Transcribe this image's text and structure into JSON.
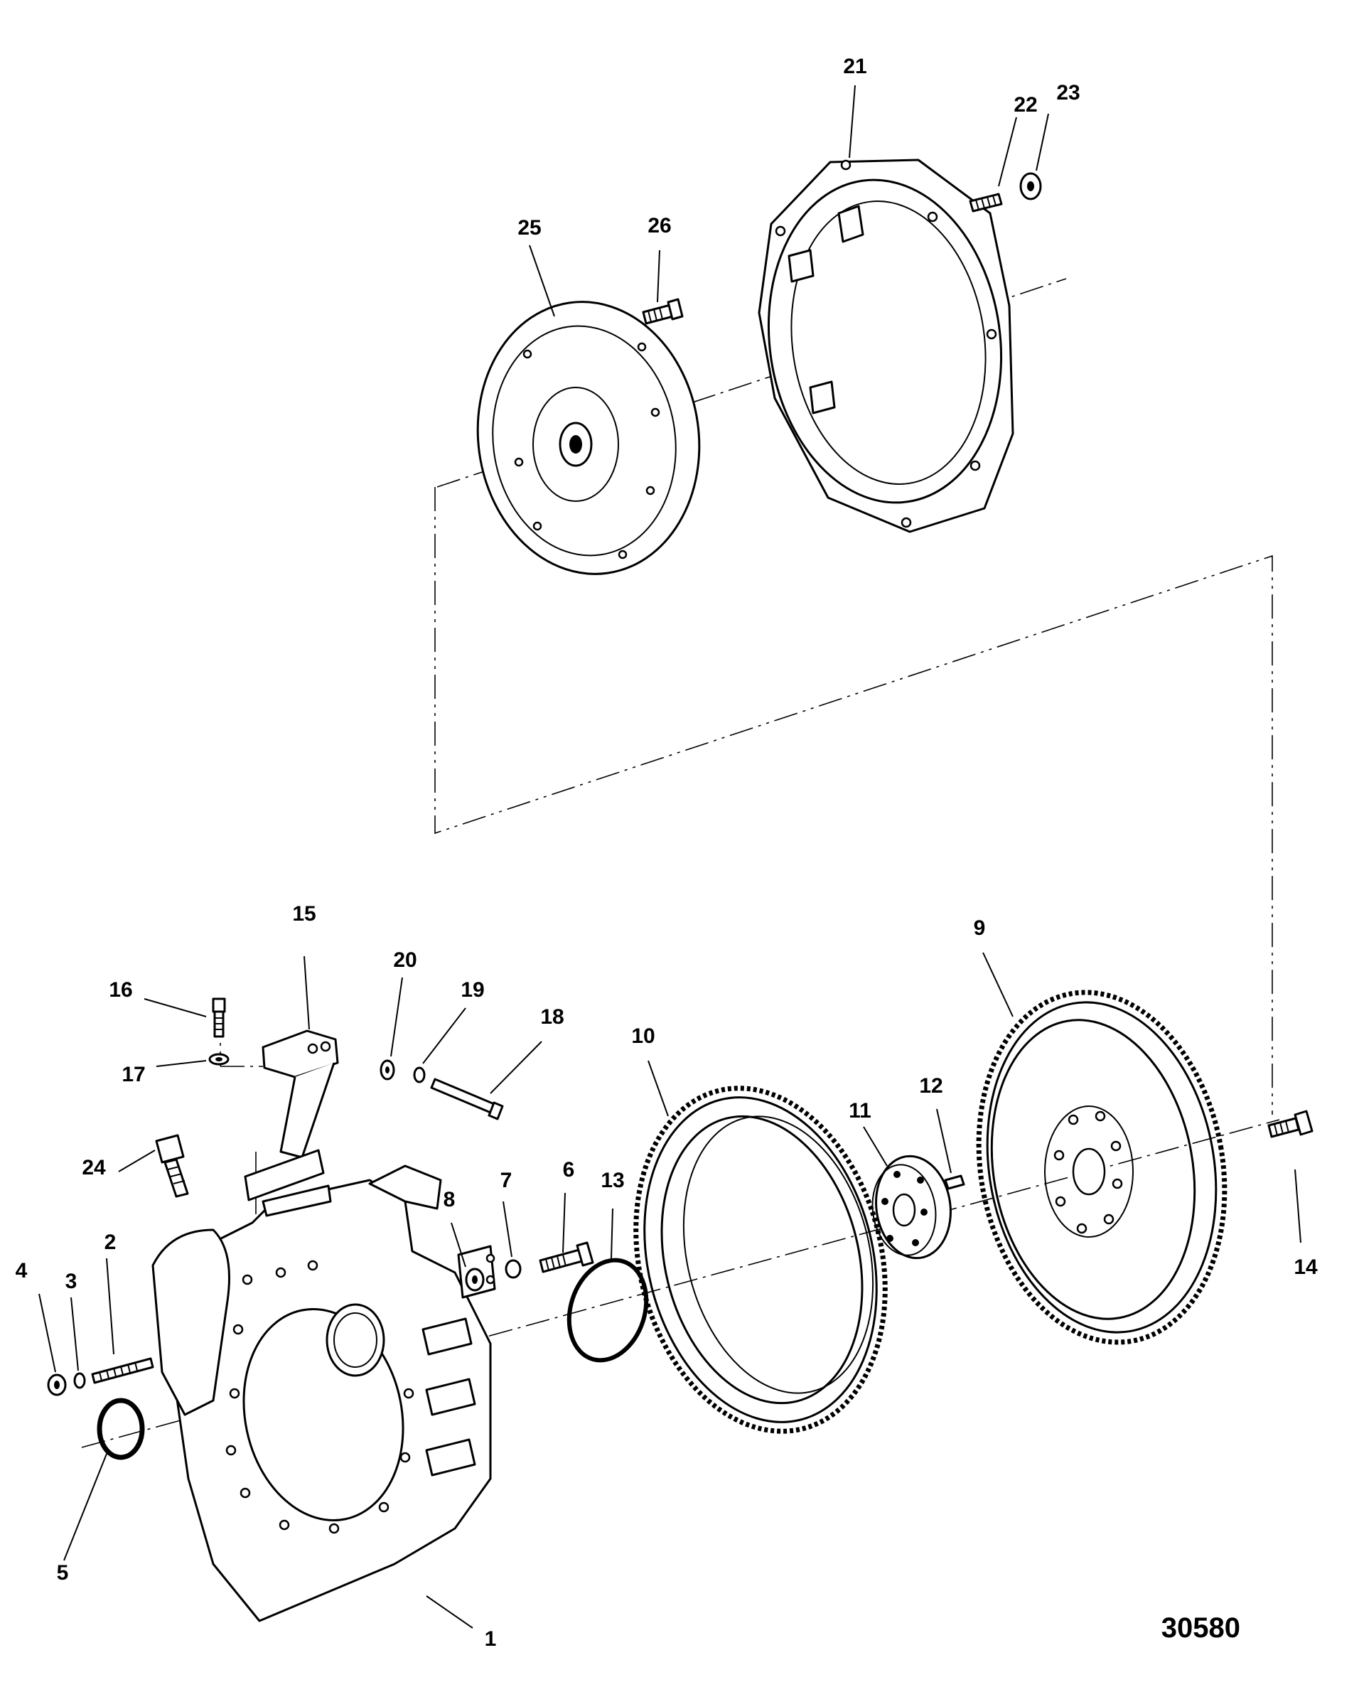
{
  "figure_number": "30580",
  "callouts": {
    "c1": "1",
    "c2": "2",
    "c3": "3",
    "c4": "4",
    "c5": "5",
    "c6": "6",
    "c7": "7",
    "c8": "8",
    "c9": "9",
    "c10": "10",
    "c11": "11",
    "c12": "12",
    "c13": "13",
    "c14": "14",
    "c15": "15",
    "c16": "16",
    "c17": "17",
    "c18": "18",
    "c19": "19",
    "c20": "20",
    "c21": "21",
    "c22": "22",
    "c23": "23",
    "c24": "24",
    "c25": "25",
    "c26": "26"
  }
}
